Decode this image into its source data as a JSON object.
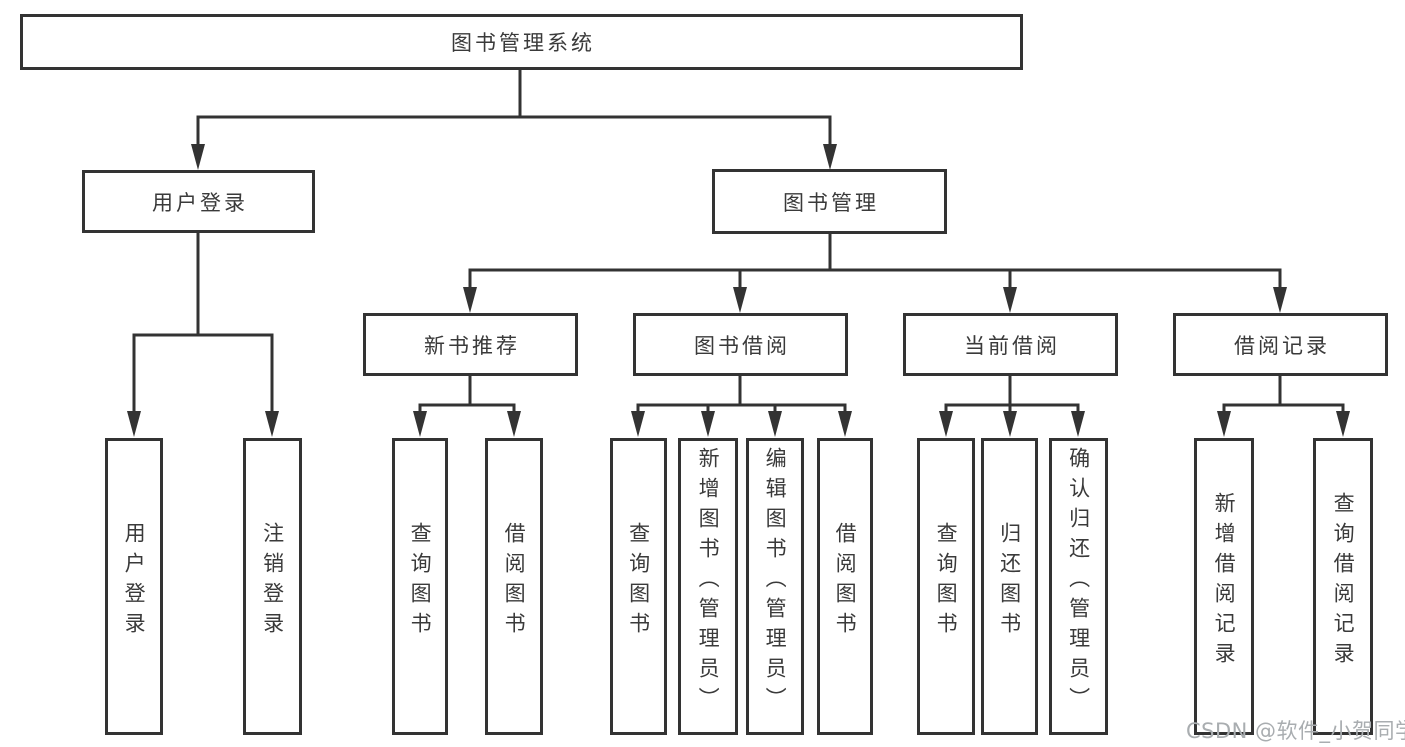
{
  "diagram": {
    "root": "图书管理系统",
    "branches": {
      "user_login": {
        "label": "用户登录",
        "children": [
          "用户登录",
          "注销登录"
        ]
      },
      "book_management": {
        "label": "图书管理",
        "sections": [
          {
            "label": "新书推荐",
            "children": [
              "查询图书",
              "借阅图书"
            ]
          },
          {
            "label": "图书借阅",
            "children": [
              "查询图书",
              "新增图书（管理员）",
              "编辑图书（管理员）",
              "借阅图书"
            ]
          },
          {
            "label": "当前借阅",
            "children": [
              "查询图书",
              "归还图书",
              "确认归还（管理员）"
            ]
          },
          {
            "label": "借阅记录",
            "children": [
              "新增借阅记录",
              "查询借阅记录"
            ]
          }
        ]
      }
    },
    "watermark": "CSDN @软件_小贺同学",
    "colors": {
      "line": "#333333",
      "text": "#3a3a3a",
      "background": "#ffffff",
      "watermark": "#a9adb0"
    }
  }
}
